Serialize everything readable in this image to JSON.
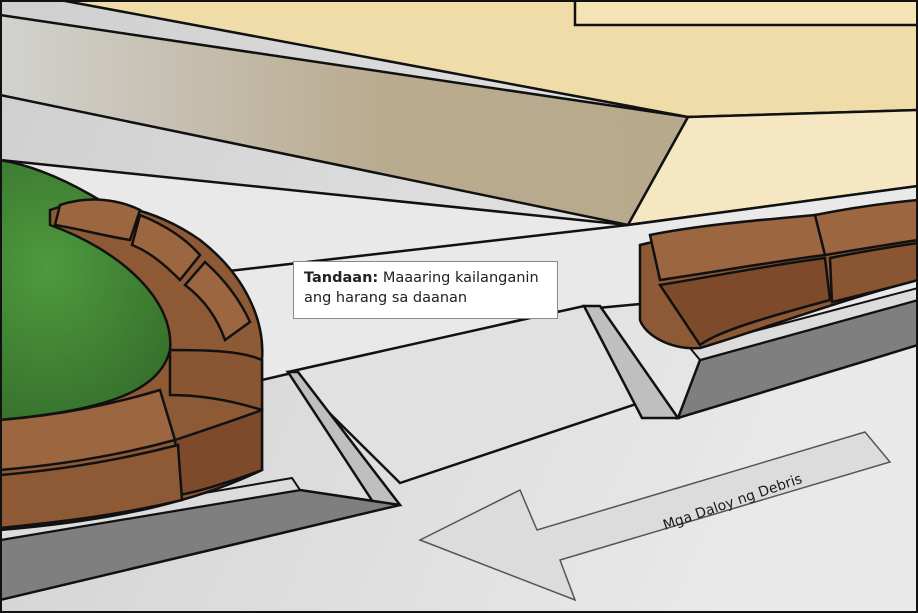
{
  "note": {
    "label": "Tandaan:",
    "text_line1": "Maaaring kailanganin",
    "text_line2": "ang harang sa daanan"
  },
  "arrow": {
    "label": "Mga Daloy ng Debris"
  },
  "colors": {
    "pavement": "#e4e4e4",
    "road_dark": "#c8c8c8",
    "building": "#f3e3b5",
    "building_shadow": "#b8a98c",
    "curb_shadow": "#7f7f7f",
    "lawn": "#3f7c33",
    "sandbag": "#8e5a36",
    "arrow_fill": "#dcdcdc"
  }
}
